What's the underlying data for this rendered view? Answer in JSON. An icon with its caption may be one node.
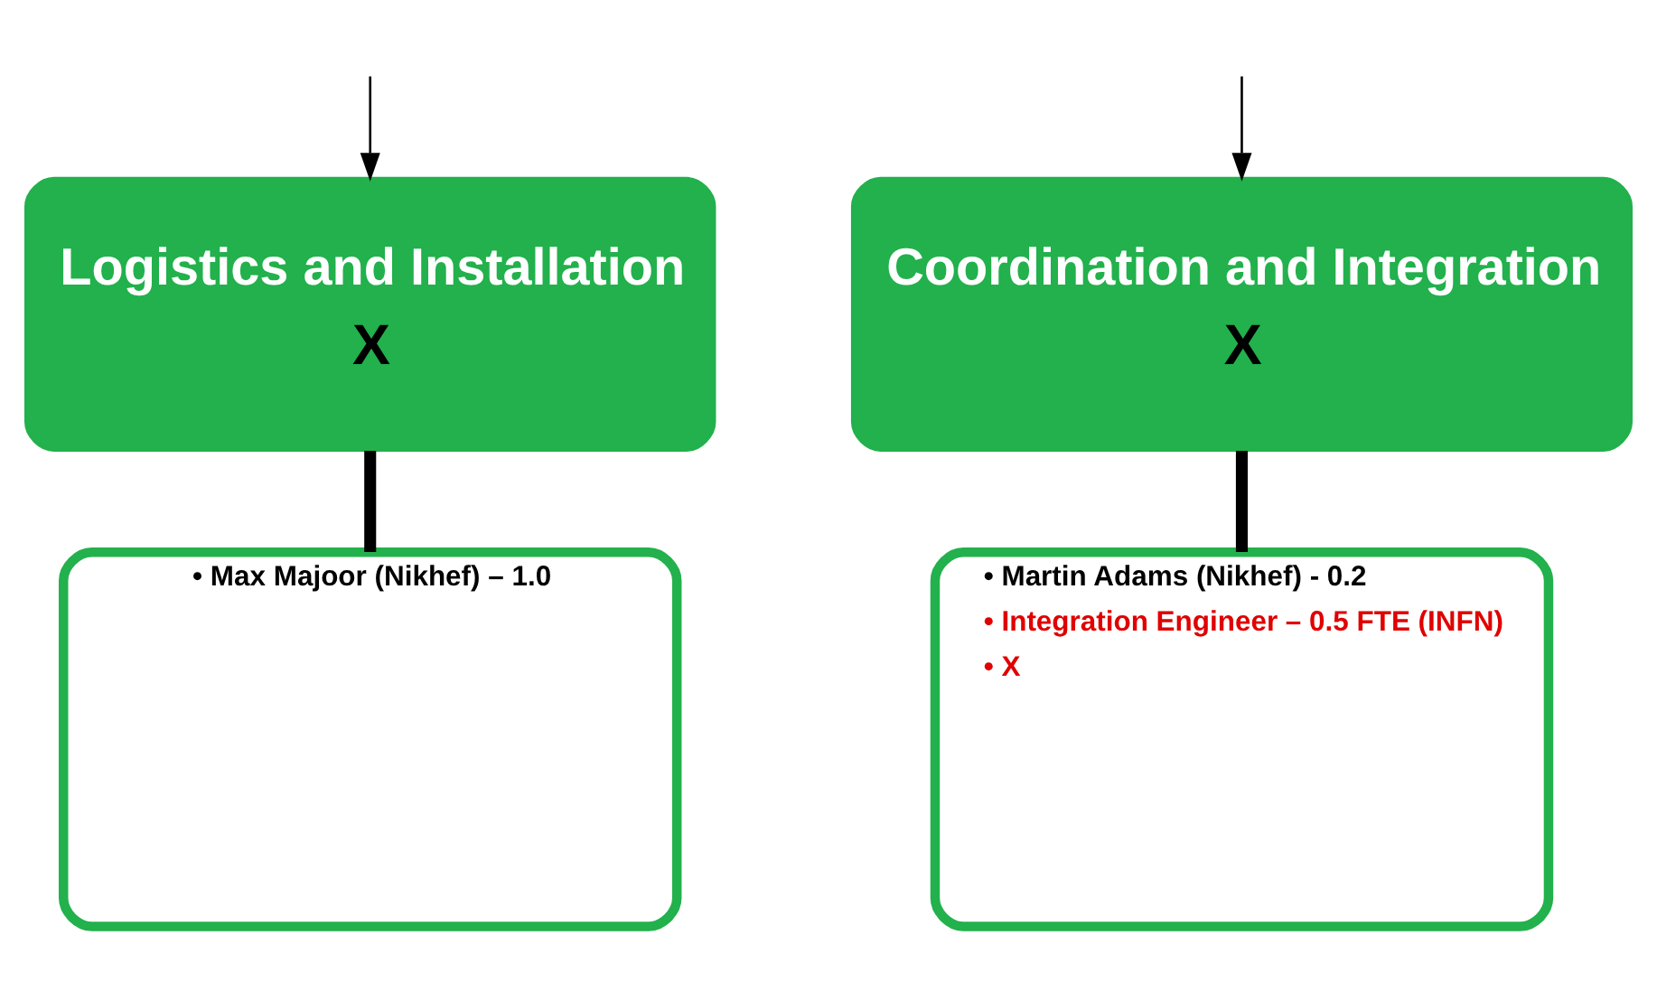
{
  "diagram": {
    "nodes": [
      {
        "text": [
          "Logistics and Installation",
          "X"
        ]
      },
      {
        "text": [
          "Coordination and Integration",
          "X"
        ]
      },
      {
        "text": [
          "• Max Majoor (Nikhef) – 1.0"
        ]
      },
      {
        "text": [
          "• Martin Adams (Nikhef) - 0.2",
          "• Integration Engineer – 0.5 FTE (INFN)",
          "• X"
        ]
      }
    ],
    "edges": [
      {
        "from": null,
        "to": 0,
        "arrow": "to"
      },
      {
        "from": null,
        "to": 1,
        "arrow": "to"
      },
      {
        "from": 0,
        "to": 2,
        "arrow": "none",
        "style": "thick"
      },
      {
        "from": 1,
        "to": 3,
        "arrow": "none",
        "style": "thick"
      }
    ]
  }
}
